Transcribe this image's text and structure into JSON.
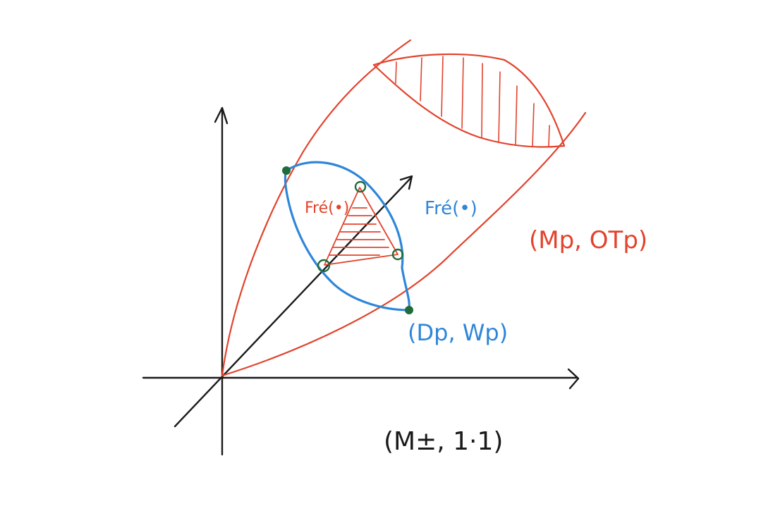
{
  "labels": {
    "outer_space": "(Mp, OTp)",
    "inner_space": "(Dp, Wp)",
    "base_space": "(M±, 1·1)",
    "frechet_inner": "Fré(•)",
    "frechet_outer": "Fré(•)"
  },
  "colors": {
    "red": "#e2432c",
    "blue": "#2f86d9",
    "axis": "#1a1a1a",
    "point": "#1f6b3a"
  }
}
